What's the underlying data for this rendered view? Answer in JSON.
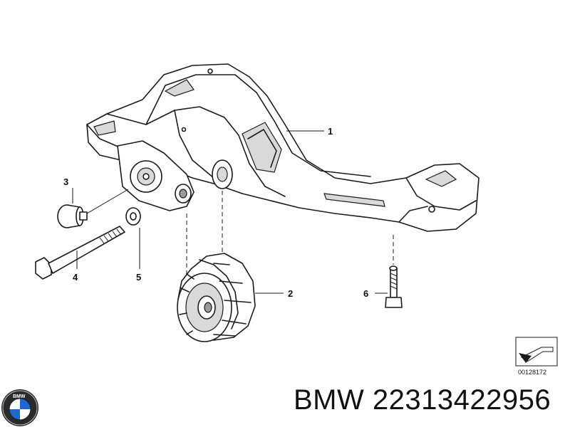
{
  "callouts": [
    {
      "id": "1",
      "label": "1"
    },
    {
      "id": "2",
      "label": "2"
    },
    {
      "id": "3",
      "label": "3"
    },
    {
      "id": "4",
      "label": "4"
    },
    {
      "id": "5",
      "label": "5"
    },
    {
      "id": "6",
      "label": "6"
    }
  ],
  "diagram_ref": "00128172",
  "brand_logo_text": "BMW",
  "footer": {
    "part_label": "BMW 22313422956"
  }
}
